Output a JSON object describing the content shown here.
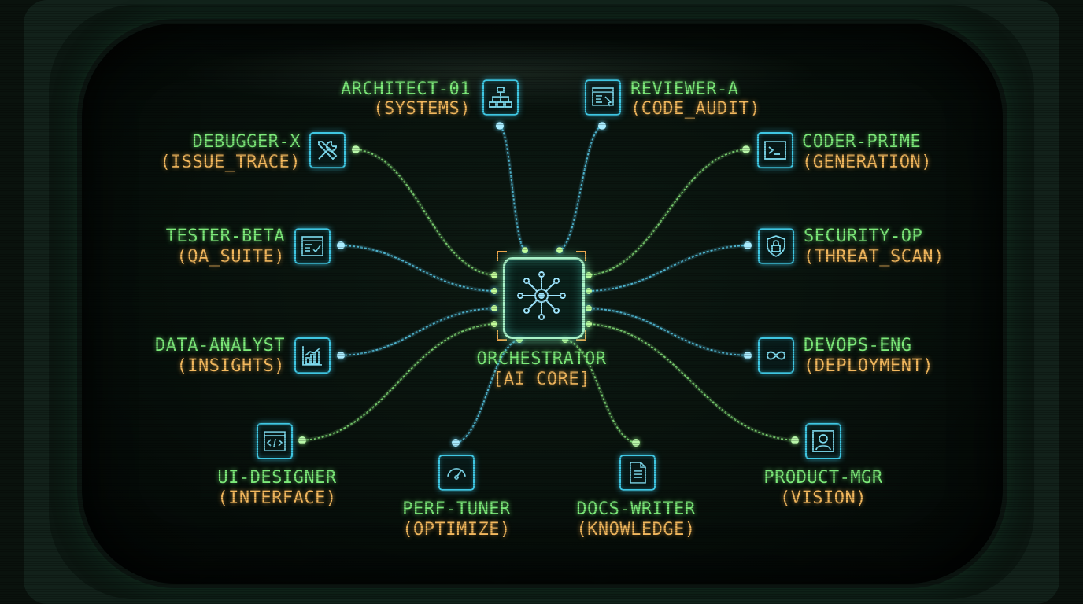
{
  "core": {
    "name": "ORCHESTRATOR",
    "role": "[AI CORE]",
    "icon": "network-hub-icon"
  },
  "agents": [
    {
      "id": "architect",
      "name": "ARCHITECT-01",
      "role": "(SYSTEMS)",
      "icon": "hierarchy-icon"
    },
    {
      "id": "reviewer",
      "name": "REVIEWER-A",
      "role": "(CODE_AUDIT)",
      "icon": "code-review-icon"
    },
    {
      "id": "debugger",
      "name": "DEBUGGER-X",
      "role": "(ISSUE_TRACE)",
      "icon": "tools-icon"
    },
    {
      "id": "coder",
      "name": "CODER-PRIME",
      "role": "(GENERATION)",
      "icon": "terminal-icon"
    },
    {
      "id": "tester",
      "name": "TESTER-BETA",
      "role": "(QA_SUITE)",
      "icon": "checklist-icon"
    },
    {
      "id": "security",
      "name": "SECURITY-OP",
      "role": "(THREAT_SCAN)",
      "icon": "shield-lock-icon"
    },
    {
      "id": "analyst",
      "name": "DATA-ANALYST",
      "role": "(INSIGHTS)",
      "icon": "bar-chart-icon"
    },
    {
      "id": "devops",
      "name": "DEVOPS-ENG",
      "role": "(DEPLOYMENT)",
      "icon": "infinity-icon"
    },
    {
      "id": "designer",
      "name": "UI-DESIGNER",
      "role": "(INTERFACE)",
      "icon": "code-window-icon"
    },
    {
      "id": "perf",
      "name": "PERF-TUNER",
      "role": "(OPTIMIZE)",
      "icon": "gauge-icon"
    },
    {
      "id": "docs",
      "name": "DOCS-WRITER",
      "role": "(KNOWLEDGE)",
      "icon": "document-icon"
    },
    {
      "id": "product",
      "name": "PRODUCT-MGR",
      "role": "(VISION)",
      "icon": "user-icon"
    }
  ],
  "colors": {
    "name": "#7dea7a",
    "role": "#f2b85e",
    "icon": "#3fc6e2",
    "core": "#a8f2c8",
    "bezel": "#13231a"
  }
}
